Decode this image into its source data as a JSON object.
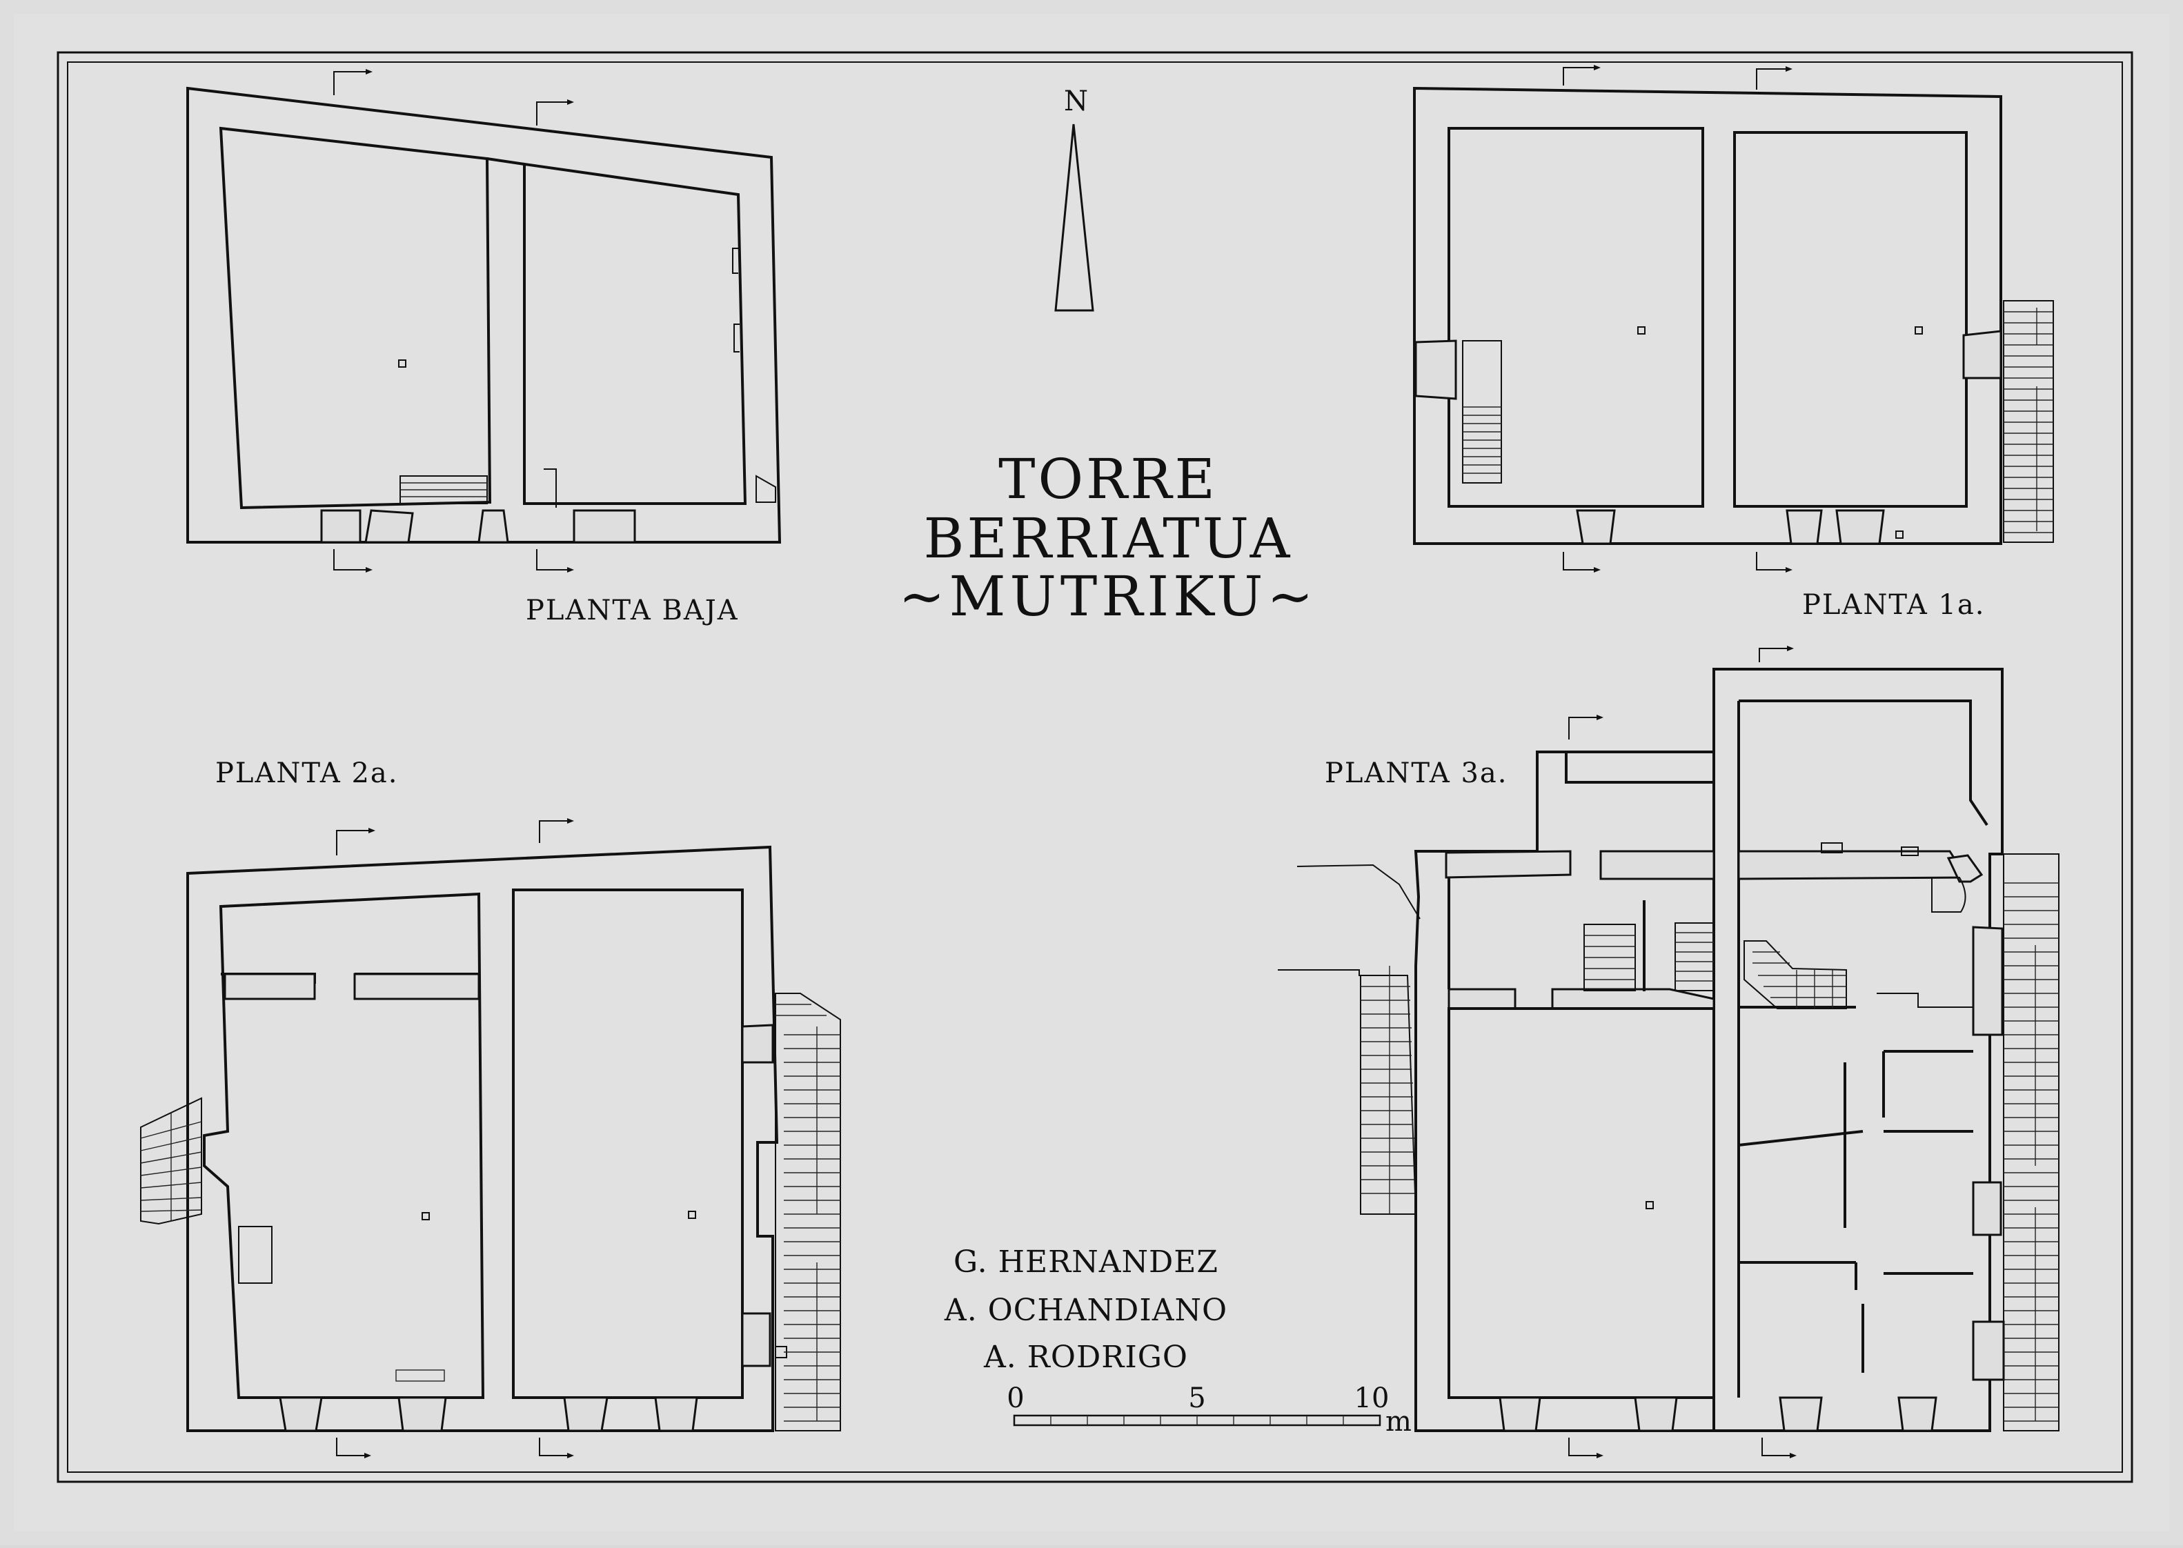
{
  "title": {
    "line1": "TORRE",
    "line2": "BERRIATUA",
    "line3": "~MUTRIKU~"
  },
  "north_label": "N",
  "plans": {
    "ground": "PLANTA BAJA",
    "first": "PLANTA 1a.",
    "second": "PLANTA 2a.",
    "third": "PLANTA 3a."
  },
  "authors": [
    "G. HERNANDEZ",
    "A. OCHANDIANO",
    "A. RODRIGO"
  ],
  "scale": {
    "labels": [
      "0",
      "5",
      "10"
    ],
    "unit": "m"
  }
}
